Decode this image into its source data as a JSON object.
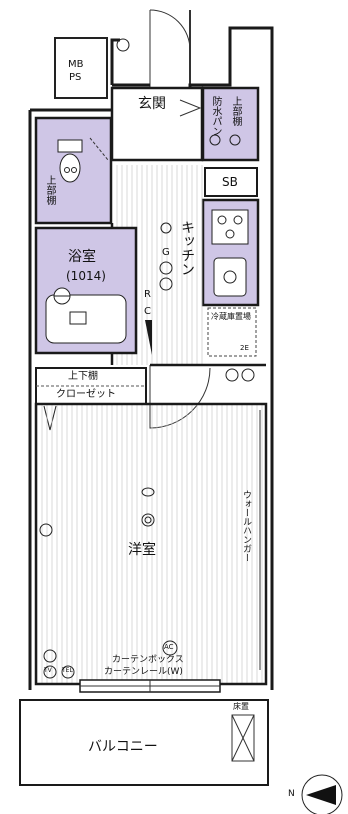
{
  "plan": {
    "mbps": [
      "MB",
      "PS"
    ],
    "genkan": "玄関",
    "waterproof_pan": "防水パン",
    "upper_shelf_right": "上部棚",
    "upper_shelf_toilet": "上部棚",
    "sb": "SB",
    "kitchen": "キッチン",
    "bathroom": "浴室",
    "bath_size": "(1014)",
    "fridge_space": "冷蔵庫置場",
    "rc_label": [
      "R",
      "C"
    ],
    "upper_lower_shelf": "上下棚",
    "closet": "クローゼット",
    "western_room": "洋室",
    "wall_hanger": "ウォールハンガー",
    "curtain_box": "カーテンボックス",
    "curtain_rail": "カーテンレール(W)",
    "balcony": "バルコニー",
    "floor_drain": "床置",
    "north_mark": "N",
    "symbol_g": "G",
    "symbol_ac": "AC",
    "symbol_tv": "TV",
    "symbol_tel": "TEL",
    "symbol_2e": "2E"
  },
  "colors": {
    "wet_area_fill": "#cfc6e6",
    "wall": "#1a1a1a",
    "hatch": "#9a9a9a"
  }
}
